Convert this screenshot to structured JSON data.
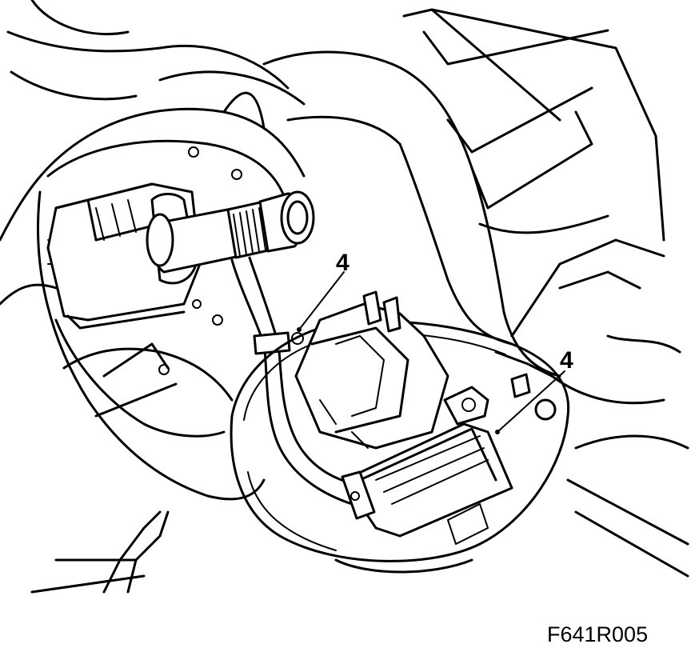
{
  "callouts": [
    {
      "label": "4"
    },
    {
      "label": "4"
    }
  ],
  "figure_code": "F641R005",
  "colors": {
    "line": "#000000",
    "background": "#ffffff"
  }
}
